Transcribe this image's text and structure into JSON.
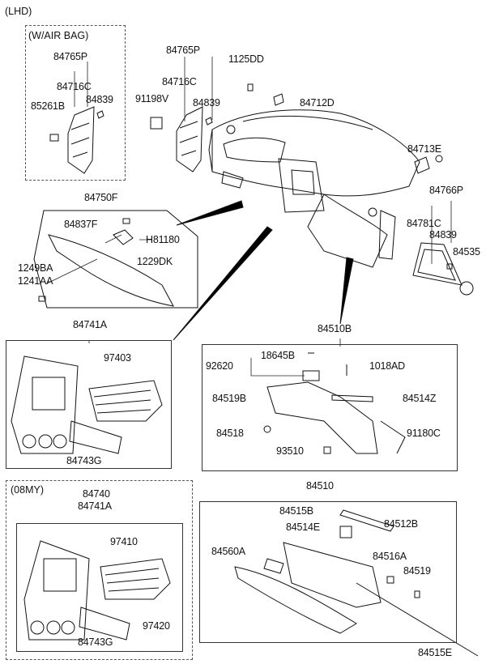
{
  "header": {
    "variant": "(LHD)"
  },
  "airbag_group": {
    "title": "(W/AIR BAG)",
    "labels": [
      "84765P",
      "84716C",
      "85261B",
      "84839"
    ]
  },
  "top_parts": {
    "labels": [
      "84765P",
      "84716C",
      "91198V",
      "84839",
      "1125DD",
      "84712D",
      "84713E"
    ]
  },
  "right_group": {
    "labels": [
      "84766P",
      "84781C",
      "84839",
      "84535"
    ]
  },
  "panel_84750F": {
    "title": "84750F",
    "labels": [
      "84837F",
      "H81180",
      "1229DK",
      "1249BA",
      "1241AA"
    ]
  },
  "panel_84741A": {
    "title": "84741A",
    "labels": [
      "97403",
      "84743G"
    ]
  },
  "panel_84510B": {
    "title": "84510B",
    "labels": [
      "92620",
      "18645B",
      "1018AD",
      "84519B",
      "84514Z",
      "84518",
      "91180C",
      "93510"
    ]
  },
  "panel_08my": {
    "title": "(08MY)",
    "labels": [
      "84740",
      "84741A",
      "97410",
      "97420",
      "84743G"
    ]
  },
  "panel_84510": {
    "title": "84510",
    "labels": [
      "84515B",
      "84514E",
      "84512B",
      "84560A",
      "84516A",
      "84519",
      "84515E"
    ]
  }
}
